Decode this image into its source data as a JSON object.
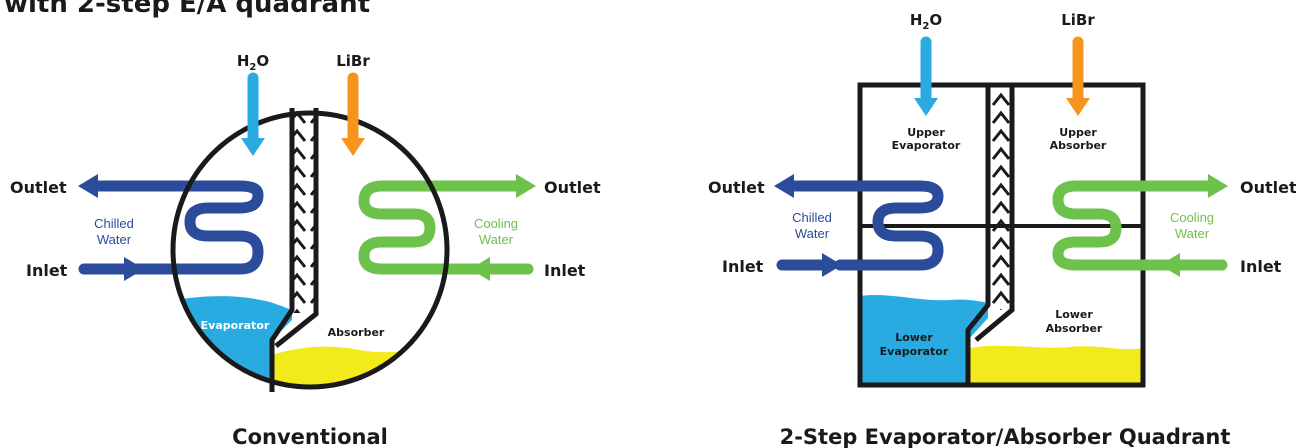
{
  "page": {
    "header_fragment": "with 2-step E/A quadrant"
  },
  "colors": {
    "dark_blue": "#2b4c9b",
    "light_blue": "#29abe2",
    "green": "#6cc24a",
    "orange": "#f7941d",
    "yellow": "#f2ea1a",
    "black": "#1a1a1a"
  },
  "conventional": {
    "caption": "Conventional",
    "h2o": "H",
    "h2o_sub": "2",
    "h2o_tail": "O",
    "libr": "LiBr",
    "outlet_left": "Outlet",
    "inlet_left": "Inlet",
    "outlet_right": "Outlet",
    "inlet_right": "Inlet",
    "chilled_1": "Chilled",
    "chilled_2": "Water",
    "cooling_1": "Cooling",
    "cooling_2": "Water",
    "evaporator": "Evaporator",
    "absorber": "Absorber"
  },
  "quadrant": {
    "caption": "2-Step Evaporator/Absorber Quadrant",
    "h2o": "H",
    "h2o_sub": "2",
    "h2o_tail": "O",
    "libr": "LiBr",
    "outlet_left": "Outlet",
    "inlet_left": "Inlet",
    "outlet_right": "Outlet",
    "inlet_right": "Inlet",
    "chilled_1": "Chilled",
    "chilled_2": "Water",
    "cooling_1": "Cooling",
    "cooling_2": "Water",
    "upper_evap_1": "Upper",
    "upper_evap_2": "Evaporator",
    "upper_abs_1": "Upper",
    "upper_abs_2": "Absorber",
    "lower_evap_1": "Lower",
    "lower_evap_2": "Evaporator",
    "lower_abs_1": "Lower",
    "lower_abs_2": "Absorber"
  }
}
